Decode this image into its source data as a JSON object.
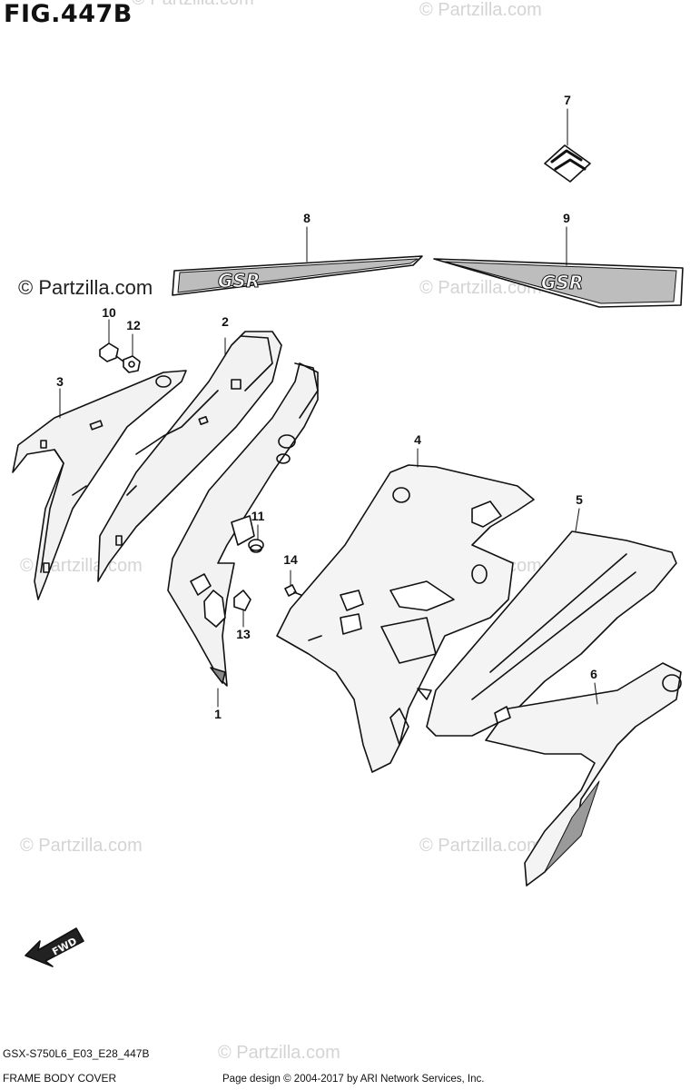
{
  "figure": {
    "title": "FIG.447B"
  },
  "watermarks": [
    {
      "text": "© Partzilla.com",
      "style": "strong"
    },
    {
      "text": "© Partzilla.com",
      "style": "faint"
    },
    {
      "text": "© Partzilla.com",
      "style": "faint"
    },
    {
      "text": "© Partzilla.com",
      "style": "faint"
    },
    {
      "text": "© Partzilla.com",
      "style": "faint"
    },
    {
      "text": "© Partzilla.com",
      "style": "faint"
    },
    {
      "text": "© Partzilla.com",
      "style": "faint"
    },
    {
      "text": "© Partzilla.com",
      "style": "faint"
    },
    {
      "text": "© Partzilla.com",
      "style": "faint"
    }
  ],
  "callouts": [
    "1",
    "2",
    "3",
    "4",
    "5",
    "6",
    "7",
    "8",
    "9",
    "10",
    "11",
    "12",
    "13",
    "14"
  ],
  "decal_text": "GSR",
  "fwd_label": "FWD",
  "footer": {
    "model_code": "GSX-S750L6_E03_E28_447B",
    "diagram_name": "FRAME BODY COVER",
    "copyright": "Page design © 2004-2017 by ARI Network Services, Inc."
  }
}
